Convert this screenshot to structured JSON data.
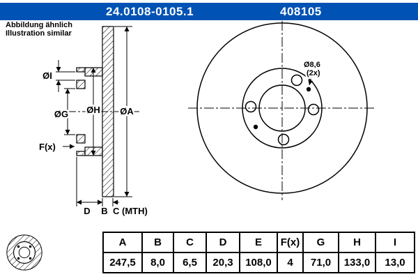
{
  "header": {
    "part_number": "24.0108-0105.1",
    "order_number": "408105"
  },
  "note": {
    "line1": "Abbildung ähnlich",
    "line2": "Illustration similar"
  },
  "colors": {
    "header_bg": "#0052b4",
    "drawing_line": "#000000",
    "header_text": "#ffffff"
  },
  "section_view": {
    "dim_i_label": "ØI",
    "dim_g_label": "ØG",
    "dim_h_label": "ØH",
    "dim_a_label": "ØA",
    "dim_f_label": "F(x)",
    "dim_d_label": "D",
    "dim_b_label": "B",
    "dim_c_label": "C (MTH)"
  },
  "front_view": {
    "pin_hole_dia": "Ø8,6",
    "pin_hole_count": "(2x)"
  },
  "table": {
    "headers": [
      "A",
      "B",
      "C",
      "D",
      "E",
      "F(x)",
      "G",
      "H",
      "I"
    ],
    "values": [
      "247,5",
      "8,0",
      "6,5",
      "20,3",
      "108,0",
      "4",
      "71,0",
      "133,0",
      "13,0"
    ]
  }
}
